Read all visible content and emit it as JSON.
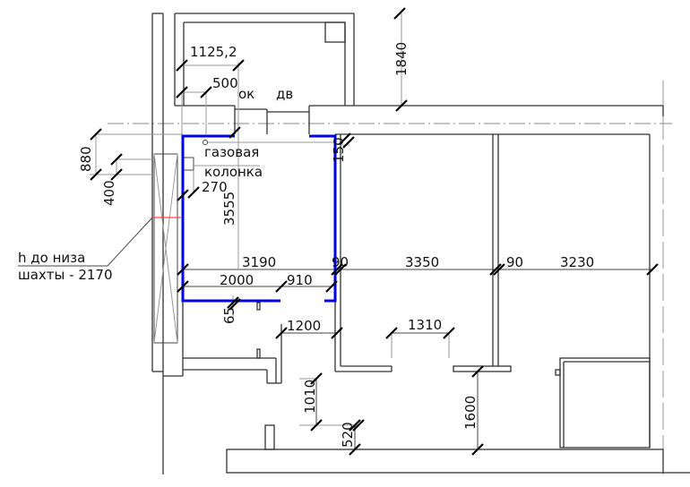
{
  "labels": {
    "window": "ок",
    "door": "дв",
    "gas_heater_line1": "газовая",
    "gas_heater_line2": "колонка",
    "shaft_line1": "h до низа",
    "shaft_line2": "шахты - 2170"
  },
  "dimensions": {
    "d1125": "1125,2",
    "d500": "500",
    "d1840": "1840",
    "d880": "880",
    "d400": "400",
    "d270": "270",
    "d3555": "3555",
    "d150": "150",
    "d3190": "3190",
    "d2000": "2000",
    "d910": "910",
    "d90a": "90",
    "d3350": "3350",
    "d90b": "90",
    "d3230": "3230",
    "d65": "65",
    "d1200": "1200",
    "d1310": "1310",
    "d1010": "1010",
    "d520": "520",
    "d1600": "1600"
  },
  "colors": {
    "highlight": "#0000ee",
    "marker": "#ff4444"
  }
}
